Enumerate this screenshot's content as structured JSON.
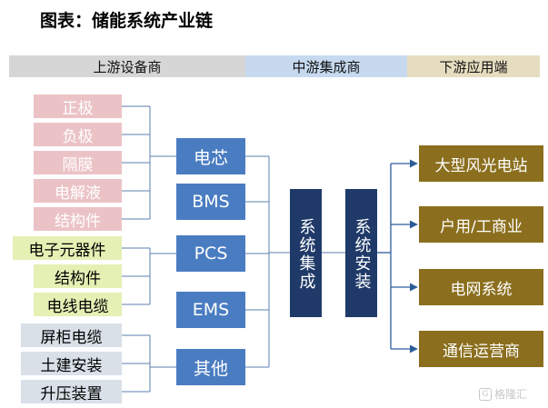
{
  "title": "图表：储能系统产业链",
  "bands": {
    "upstream": "上游设备商",
    "midstream": "中游集成商",
    "downstream": "下游应用端"
  },
  "leaves": [
    "正极",
    "负极",
    "隔膜",
    "电解液",
    "结构件",
    "电子元器件",
    "结构件",
    "电线电缆",
    "屏柜电缆",
    "土建安装",
    "升压装置"
  ],
  "components": [
    "电芯",
    "BMS",
    "PCS",
    "EMS",
    "其他"
  ],
  "integration": "系统集成",
  "installation": "系统安装",
  "applications": [
    "大型风光电站",
    "户用/工商业",
    "电网系统",
    "通信运营商"
  ],
  "watermark": "格隆汇",
  "colors": {
    "upstream_band": "#d6d6d6",
    "midstream_band": "#c6d9ef",
    "downstream_band": "#e6ddc0",
    "battery_leaf": "#ebc3c6",
    "electronic_leaf": "#e5f0b4",
    "infrastructure_leaf": "#d9e0e8",
    "component_box": "#4a7cc1",
    "system_box": "#1f3a68",
    "application_box": "#8b6f1e",
    "connector": "#5b7faf",
    "arrow": "#2e5c9a"
  }
}
